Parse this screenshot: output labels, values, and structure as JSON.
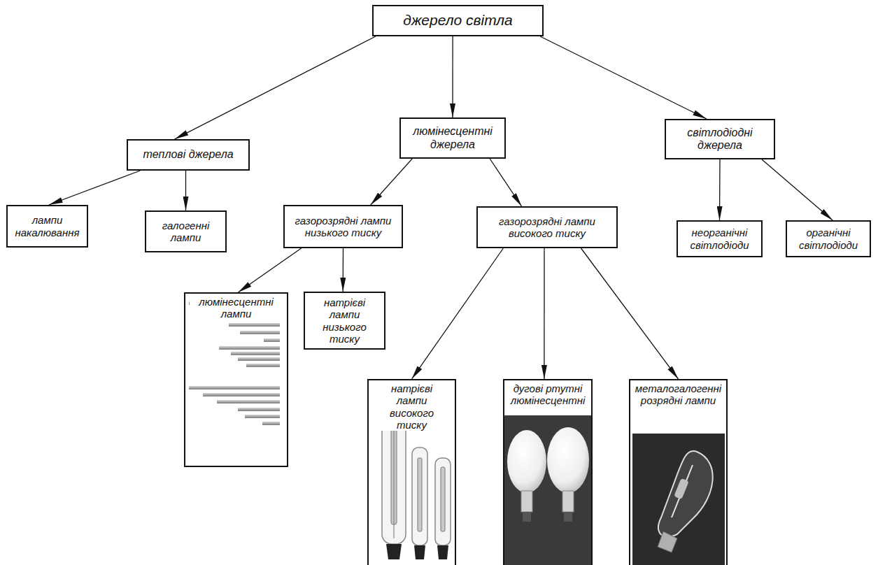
{
  "diagram": {
    "nodes": [
      {
        "text": [
          "джерело світла"
        ]
      },
      {
        "text": [
          "теплові джерела"
        ]
      },
      {
        "text": [
          "люмінесцентні джерела"
        ]
      },
      {
        "text": [
          "світлодіодні джерела"
        ]
      },
      {
        "text": [
          "лампи накалювання"
        ]
      },
      {
        "text": [
          "галогенні лампи"
        ]
      },
      {
        "text": [
          "газорозрядні лампи низького тиску"
        ]
      },
      {
        "text": [
          "газорозрядні лампи високого тиску"
        ]
      },
      {
        "text": [
          "неорганічні світлодіоди"
        ]
      },
      {
        "text": [
          "органічні світлодіоди"
        ]
      },
      {
        "text": [
          "люмінесцентні лампи"
        ]
      },
      {
        "text": [
          "натрієві лампи низького тиску"
        ]
      },
      {
        "text": [
          "натрієві лампи високого тиску"
        ]
      },
      {
        "text": [
          "дугові ртутні люмінесцентні"
        ]
      },
      {
        "text": [
          "металогалогенні розрядні лампи"
        ]
      }
    ],
    "edges": [
      {
        "from": 0,
        "to": 1,
        "arrow": "to"
      },
      {
        "from": 0,
        "to": 2,
        "arrow": "to"
      },
      {
        "from": 0,
        "to": 3,
        "arrow": "to"
      },
      {
        "from": 1,
        "to": 4,
        "arrow": "to"
      },
      {
        "from": 1,
        "to": 5,
        "arrow": "to"
      },
      {
        "from": 2,
        "to": 6,
        "arrow": "to"
      },
      {
        "from": 2,
        "to": 7,
        "arrow": "to"
      },
      {
        "from": 3,
        "to": 8,
        "arrow": "to"
      },
      {
        "from": 3,
        "to": 9,
        "arrow": "to"
      },
      {
        "from": 6,
        "to": 10,
        "arrow": "to"
      },
      {
        "from": 6,
        "to": 11,
        "arrow": "to"
      },
      {
        "from": 7,
        "to": 12,
        "arrow": "to"
      },
      {
        "from": 7,
        "to": 13,
        "arrow": "to"
      },
      {
        "from": 7,
        "to": 14,
        "arrow": "to"
      }
    ]
  }
}
